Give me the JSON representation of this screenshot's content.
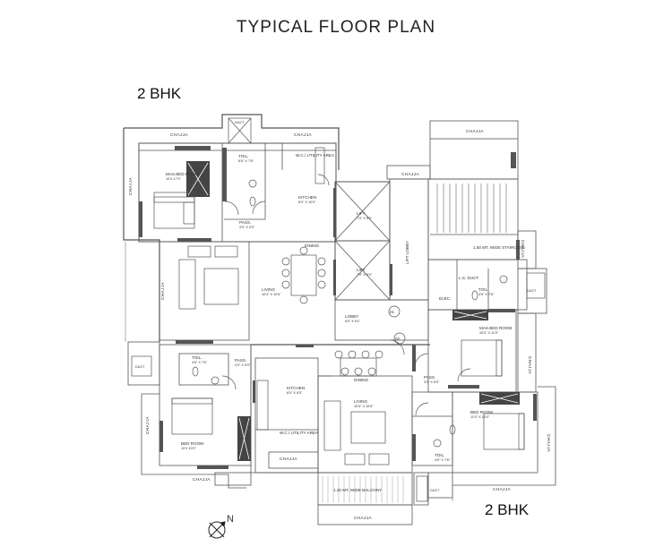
{
  "title": "TYPICAL FLOOR PLAN",
  "unit_labels": {
    "top_left": "2 BHK",
    "bottom_right": "2 BHK"
  },
  "north_label": "N",
  "flat_numbers": [
    "01",
    "02"
  ],
  "rooms": [
    {
      "name": "MAS.BED ROOM",
      "dim": "10'X 17'0\""
    },
    {
      "name": "TOIL.",
      "dim": "6'6\" X 7'6\""
    },
    {
      "name": "W.C./ UTILITY AREA",
      "dim": ""
    },
    {
      "name": "KITCHEN",
      "dim": "8'0\" X 10'0\""
    },
    {
      "name": "PASS.",
      "dim": "4'0\" X 3'0\""
    },
    {
      "name": "DINING",
      "dim": ""
    },
    {
      "name": "LIVING",
      "dim": "10'4\" X 10'6\""
    },
    {
      "name": "LIFT",
      "dim": "7'0\" X 5'0\""
    },
    {
      "name": "LIFT",
      "dim": "7'0\" X 5'0\""
    },
    {
      "name": "LIFT LOBBY",
      "dim": ""
    },
    {
      "name": "LOBBY",
      "dim": "6'0\" X 6'1\""
    },
    {
      "name": "1.50 MT. WIDE STAIRCASE",
      "dim": ""
    },
    {
      "name": "L.S. DUCT",
      "dim": ""
    },
    {
      "name": "TOIL.",
      "dim": "4'6\" X 7'6\""
    },
    {
      "name": "ELEC.",
      "dim": ""
    },
    {
      "name": "MAS.BED ROOM",
      "dim": "10'0\" X 11'0\""
    },
    {
      "name": "PASS.",
      "dim": "3'0\" X 5'0\""
    },
    {
      "name": "BED ROOM",
      "dim": "10'X 10'0\""
    },
    {
      "name": "TOIL.",
      "dim": "4'6\" X 7'6\""
    },
    {
      "name": "LIVING",
      "dim": "10'4\" X 10'6\""
    },
    {
      "name": "DINING",
      "dim": ""
    },
    {
      "name": "KITCHEN",
      "dim": "8'0\" X 8'0\""
    },
    {
      "name": "W.C./ UTILITY AREA",
      "dim": ""
    },
    {
      "name": "TOIL.",
      "dim": "4'6\" X 7'6\""
    },
    {
      "name": "PASS.",
      "dim": "3'0\" X 5'0\""
    },
    {
      "name": "BED ROOM",
      "dim": "11'0\" X 10'0\""
    },
    {
      "name": "1.20 MT. WIDE BALCONY",
      "dim": ""
    }
  ],
  "other_labels": {
    "chajja": "CHAJJA",
    "duct": "DUCT"
  }
}
